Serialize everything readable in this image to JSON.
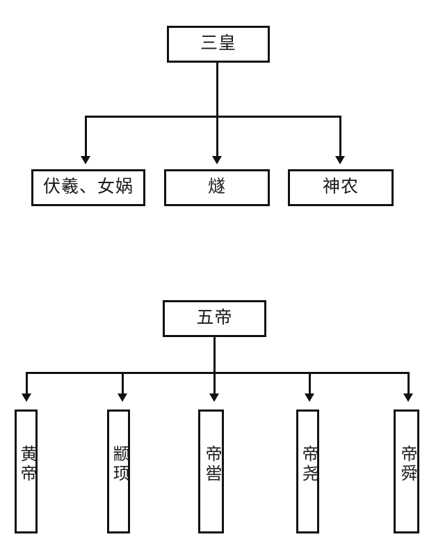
{
  "diagrams": [
    {
      "id": "three-sovereigns",
      "root": {
        "label": "三皇"
      },
      "children": [
        {
          "label": "伏羲、女娲"
        },
        {
          "label": "燧"
        },
        {
          "label": "神农"
        }
      ]
    },
    {
      "id": "five-emperors",
      "root": {
        "label": "五帝"
      },
      "children": [
        {
          "label": "黄帝"
        },
        {
          "label": "颛顼"
        },
        {
          "label": "帝喾"
        },
        {
          "label": "帝尧"
        },
        {
          "label": "帝舜"
        }
      ]
    }
  ],
  "style": {
    "line_color": "#111111",
    "box_fill": "#ffffff",
    "text_color": "#1a1a1a",
    "background": "#ffffff"
  }
}
